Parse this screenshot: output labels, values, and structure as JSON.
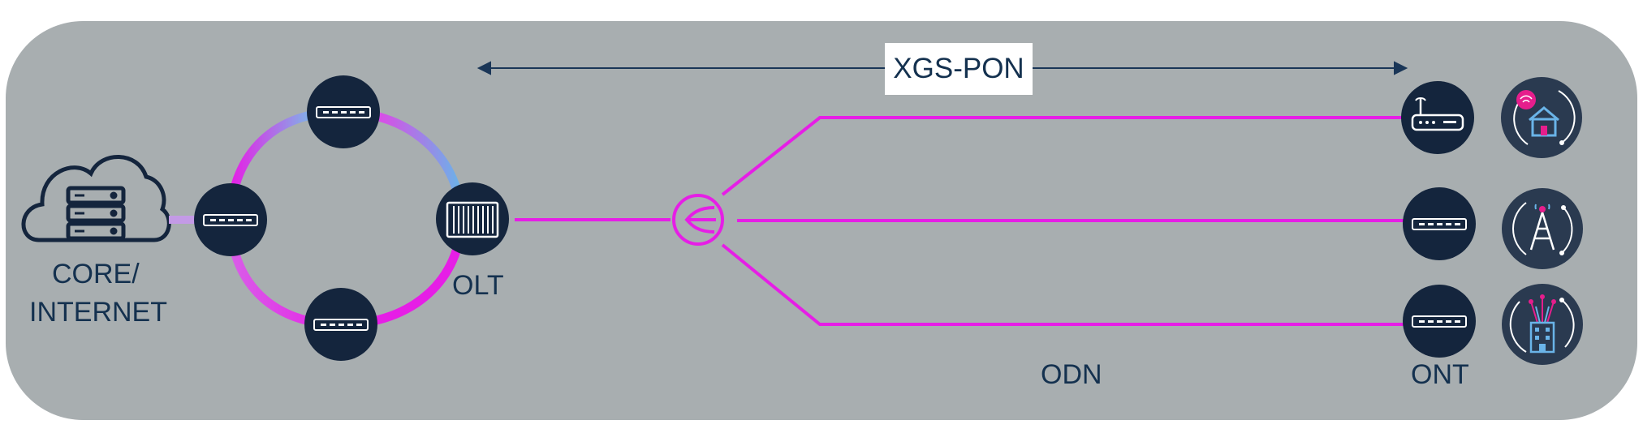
{
  "labels": {
    "core": "CORE/",
    "internet": "INTERNET",
    "olt": "OLT",
    "xgs_pon": "XGS-PON",
    "odn": "ODN",
    "ont": "ONT"
  },
  "colors": {
    "panel": "#a8aeb0",
    "node": "#14253d",
    "fiber": "#e61ee6",
    "ring_blue": "#6ab4e8",
    "text": "#14314f",
    "arrow": "#1a3657"
  },
  "icons": {
    "cloud": "cloud-server-icon",
    "switch": "switch-icon",
    "olt": "olt-chassis-icon",
    "splitter": "splitter-icon",
    "router": "router-icon",
    "home": "home-wifi-icon",
    "tower": "cell-tower-icon",
    "building": "building-icon"
  }
}
